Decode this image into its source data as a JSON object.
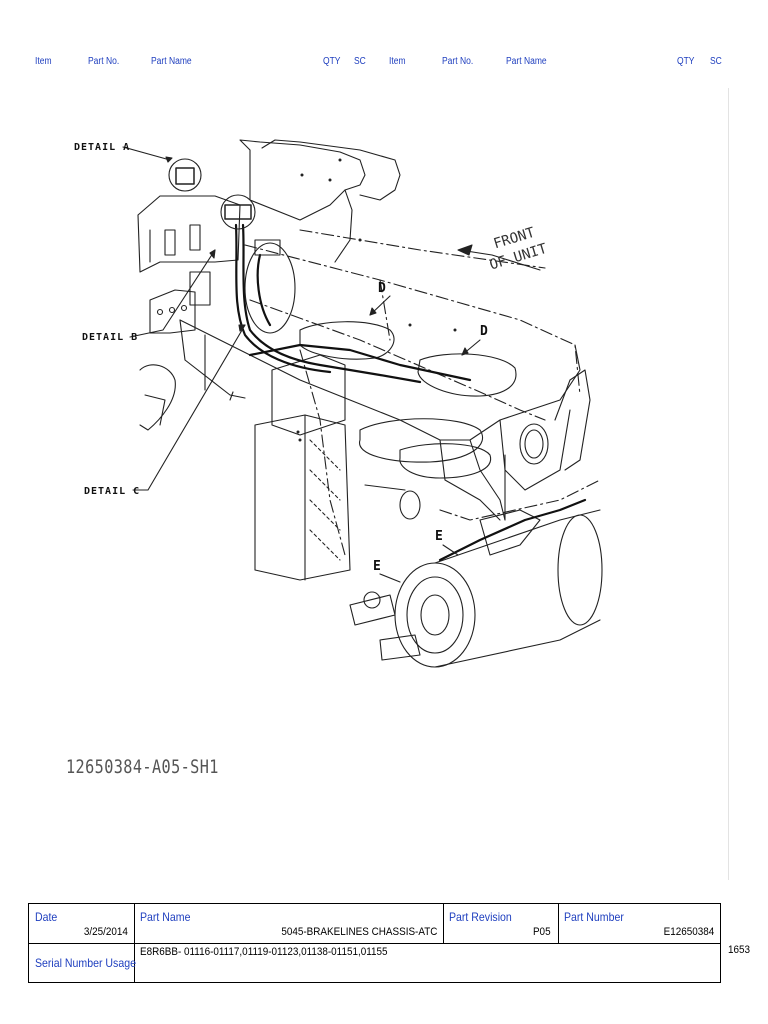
{
  "headers": {
    "item_1": "Item",
    "part_no_1": "Part No.",
    "part_name_1": "Part Name",
    "qty_1": "QTY",
    "sc_1": "SC",
    "item_2": "Item",
    "part_no_2": "Part No.",
    "part_name_2": "Part Name",
    "qty_2": "QTY",
    "sc_2": "SC"
  },
  "drawing": {
    "detail_a": "DETAIL A",
    "detail_b": "DETAIL B",
    "detail_c": "DETAIL C",
    "d_label_1": "D",
    "d_label_2": "D",
    "e_label_1": "E",
    "e_label_2": "E",
    "front_line_1": "FRONT",
    "front_line_2": "OF UNIT",
    "sheet_id": "12650384-A05-SH1"
  },
  "info": {
    "date_label": "Date",
    "date_value": "3/25/2014",
    "part_name_label": "Part Name",
    "part_name_value": "5045-BRAKELINES CHASSIS-ATC",
    "part_revision_label": "Part Revision",
    "part_revision_value": "P05",
    "part_number_label": "Part Number",
    "part_number_value": "E12650384",
    "serial_label": "Serial Number Usage",
    "serial_value": "E8R6BB-  01116-01117,01119-01123,01138-01151,01155",
    "page_number": "1653"
  },
  "colors": {
    "label_blue": "#1f3fbf",
    "line": "#000000"
  }
}
